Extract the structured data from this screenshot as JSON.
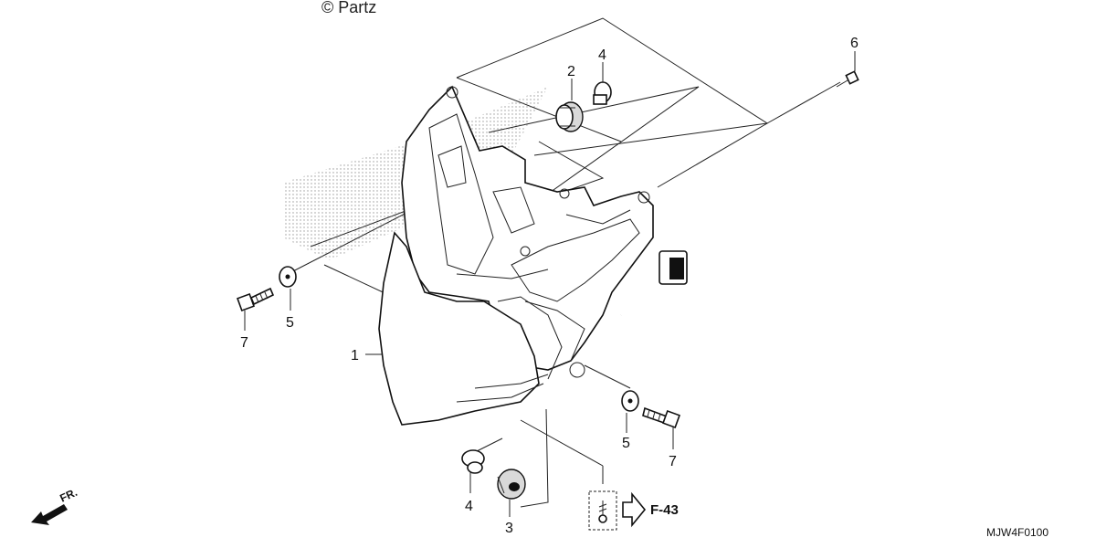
{
  "watermark": "© Partz",
  "callouts": {
    "c1": "1",
    "c2": "2",
    "c3": "3",
    "c4a": "4",
    "c4b": "4",
    "c5a": "5",
    "c5b": "5",
    "c6": "6",
    "c7a": "7",
    "c7b": "7"
  },
  "reference": "F-43",
  "direction": "FR.",
  "diagram_code": "MJW4F0100",
  "icons": [
    "fr-arrow-icon",
    "reference-arrow-icon",
    "screw-icon"
  ]
}
